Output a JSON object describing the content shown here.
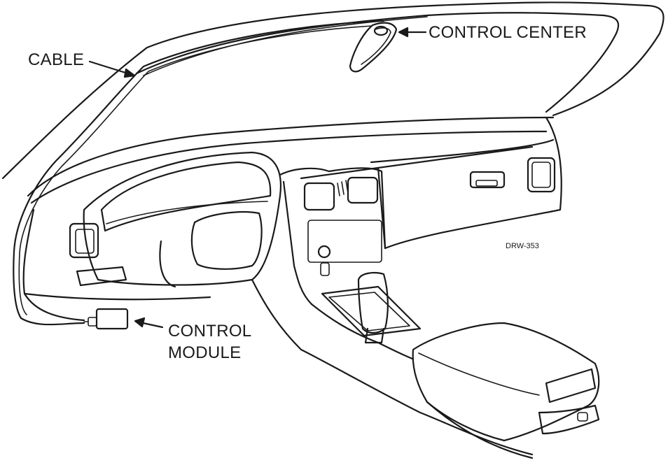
{
  "labels": {
    "cable": "CABLE",
    "control_center": "CONTROL CENTER",
    "control_module_line1": "CONTROL",
    "control_module_line2": "MODULE",
    "drawing_number": "DRW-353"
  }
}
